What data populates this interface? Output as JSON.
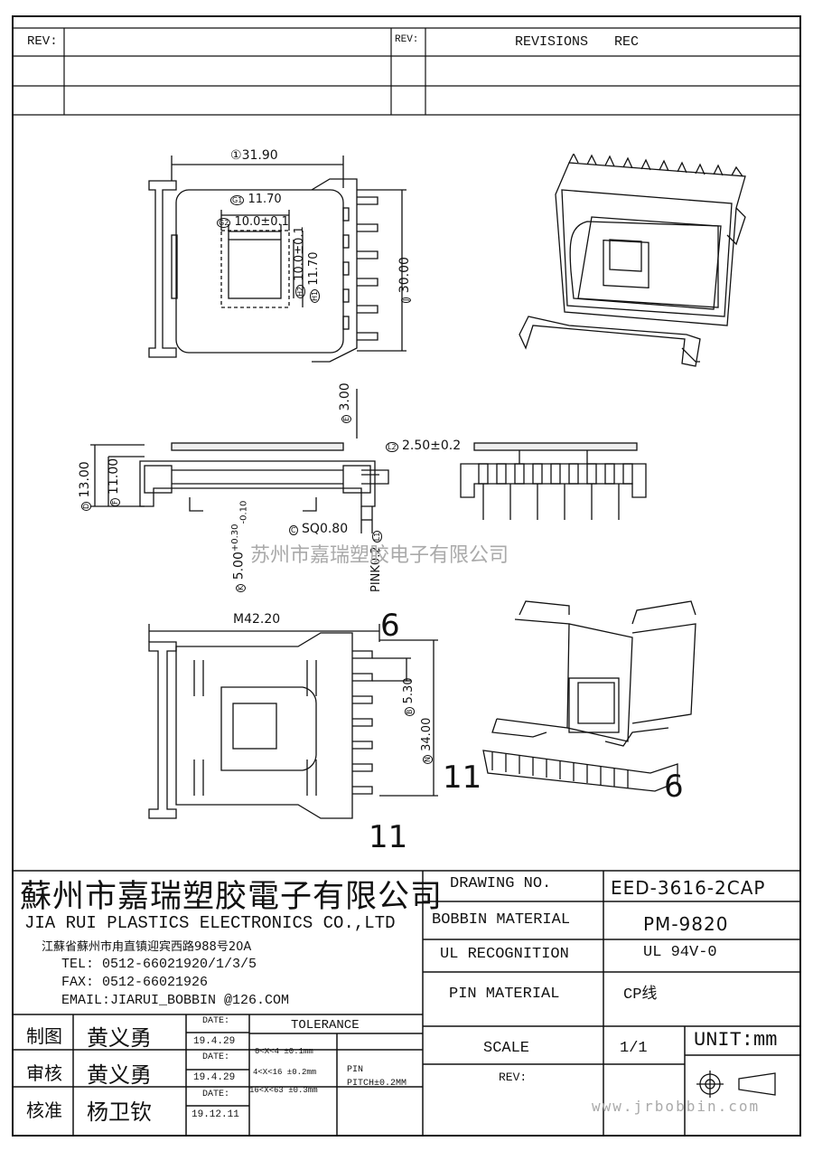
{
  "revision_block": {
    "rev_label_left": "REV:",
    "rev_label_right": "REV:",
    "revisions_label": "REVISIONS",
    "rec_label": "REC"
  },
  "dimensions": {
    "top_width": "31.90",
    "top_width_mark": "①",
    "g1": "11.70",
    "g1_mark": "G1",
    "g2": "10.0±0.1",
    "g2_mark": "G2",
    "h1": "11.70",
    "h1_mark": "H1",
    "h2": "10.0±0.1",
    "h2_mark": "H2",
    "j": "30.00",
    "j_mark": "J",
    "e": "3.00",
    "e_mark": "E",
    "l2": "2.50±0.2",
    "l2_mark": "L2",
    "d": "13.00",
    "d_mark": "D",
    "f": "11.00",
    "f_mark": "F",
    "c": "SQ0.80",
    "c_mark": "C",
    "k": "5.00",
    "k_tol_plus": "+0.30",
    "k_tol_minus": "-0.10",
    "k_mark": "K",
    "pin_k": "PINK0.2",
    "l1_mark": "L1",
    "m": "42.20",
    "m_mark": "M",
    "b": "5.30",
    "b_mark": "B",
    "n": "34.00",
    "n_mark": "N",
    "pin6": "6",
    "pin11": "11",
    "iso_pin11": "11",
    "iso_pin6": "6"
  },
  "watermark_center": "苏州市嘉瑞塑胶电子有限公司",
  "watermark_bottom": "www.jrbobbin.com",
  "title_block": {
    "company_cn": "蘇州市嘉瑞塑胶電子有限公司",
    "company_en": "JIA RUI PLASTICS ELECTRONICS CO.,LTD",
    "address": "江蘇省蘇州市甪直镇迎宾西路988号20A",
    "tel": "TEL: 0512-66021920/1/3/5",
    "fax": "FAX: 0512-66021926",
    "email": "EMAIL:JIARUI_BOBBIN @126.COM",
    "drawing_no_label": "DRAWING  NO.",
    "drawing_no": "EED-3616-2CAP",
    "bobbin_material_label": "BOBBIN  MATERIAL",
    "bobbin_material": "PM-9820",
    "ul_label": "UL RECOGNITION",
    "ul_value": "UL 94V-0",
    "pin_material_label": "PIN MATERIAL",
    "pin_material": "CP线",
    "scale_label": "SCALE",
    "scale_value": "1/1",
    "unit_label": "UNIT:mm",
    "rev_label": "REV:",
    "tolerance_label": "TOLERANCE",
    "tol1": "0<X<4  ±0.1mm",
    "tol2": "4<X<16 ±0.2mm",
    "tol3": "16<X<63 ±0.3mm",
    "pin_label": "PIN",
    "pin_pitch": "PITCH±0.2MM",
    "rows": [
      {
        "role": "制图",
        "name": "黄义勇",
        "date_label": "DATE:",
        "date": "19.4.29"
      },
      {
        "role": "审核",
        "name": "黄义勇",
        "date_label": "DATE:",
        "date": "19.4.29"
      },
      {
        "role": "核准",
        "name": "杨卫钦",
        "date_label": "DATE:",
        "date": "19.12.11"
      }
    ]
  }
}
